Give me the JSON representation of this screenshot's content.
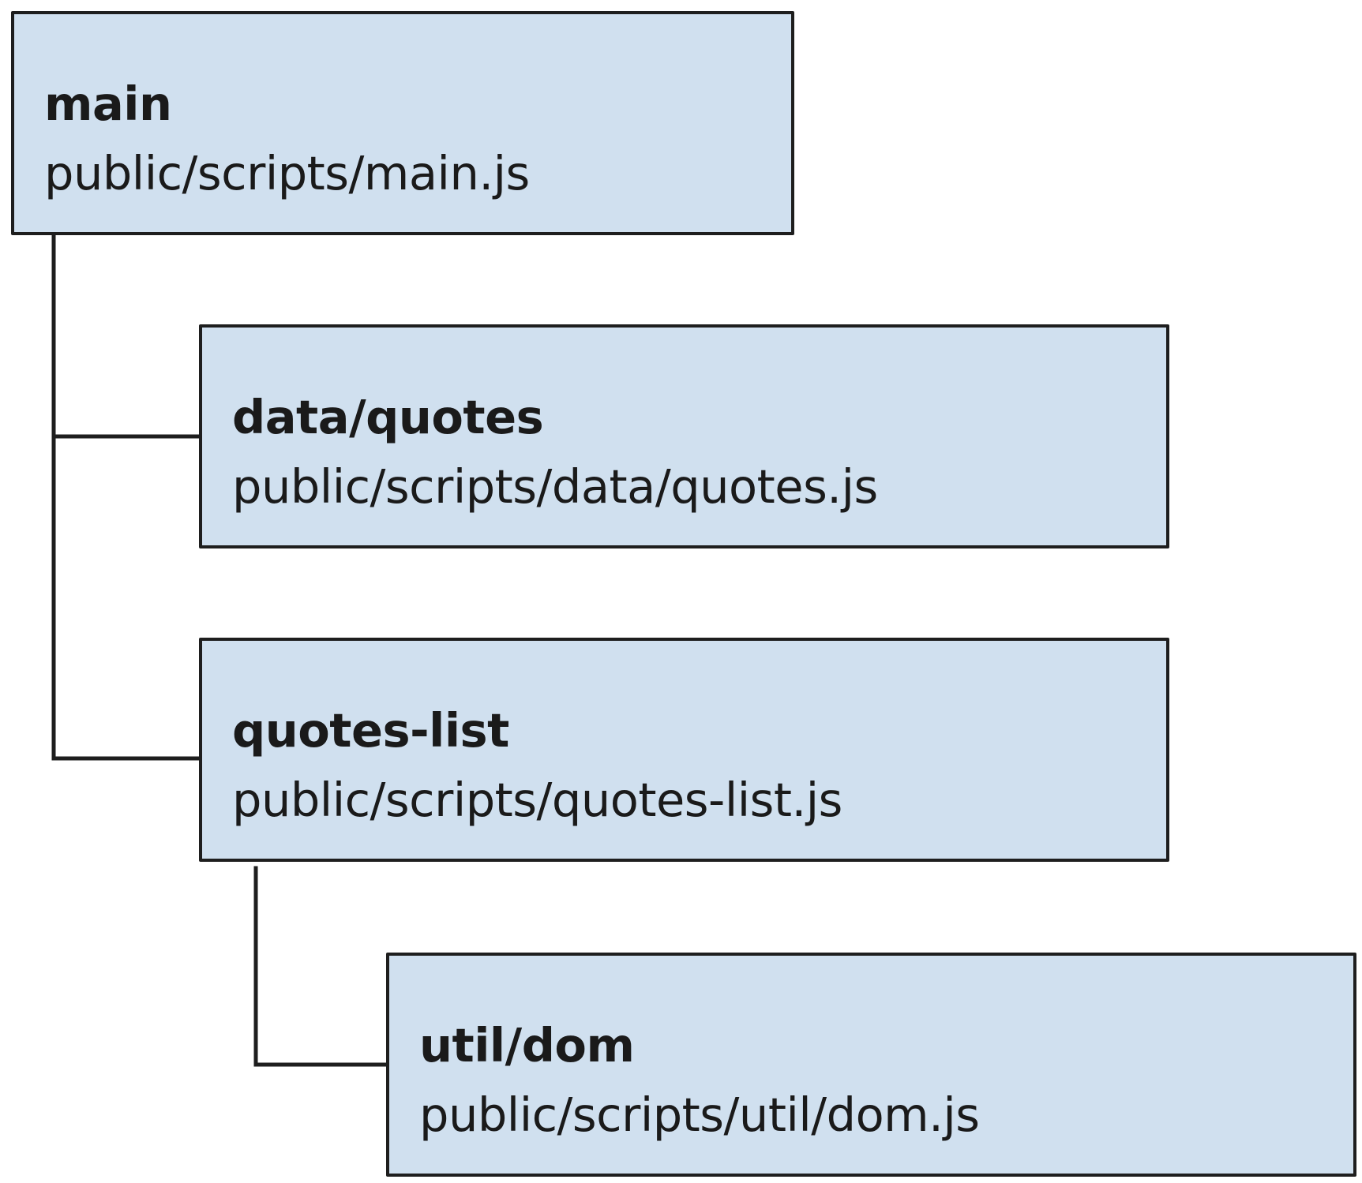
{
  "diagram": {
    "nodes": [
      {
        "id": "main",
        "name": "main",
        "path": "public/scripts/main.js"
      },
      {
        "id": "data-quotes",
        "name": "data/quotes",
        "path": "public/scripts/data/quotes.js"
      },
      {
        "id": "quotes-list",
        "name": "quotes-list",
        "path": "public/scripts/quotes-list.js"
      },
      {
        "id": "util-dom",
        "name": "util/dom",
        "path": "public/scripts/util/dom.js"
      }
    ],
    "edges": [
      {
        "from": "main",
        "to": "data-quotes"
      },
      {
        "from": "main",
        "to": "quotes-list"
      },
      {
        "from": "quotes-list",
        "to": "util-dom"
      }
    ]
  },
  "colors": {
    "box_fill": "#d0e0ef",
    "stroke": "#1e1e1e",
    "text": "#1a1a1a"
  }
}
